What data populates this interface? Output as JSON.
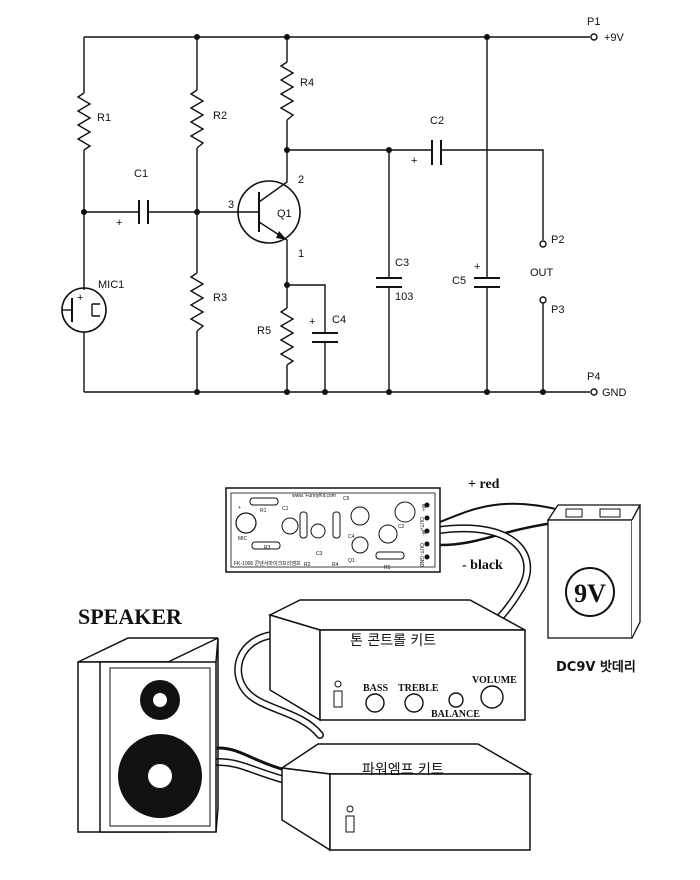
{
  "schematic": {
    "ports": {
      "p1": "P1",
      "p1_value": "+9V",
      "p2": "P2",
      "p3": "P3",
      "out": "OUT",
      "p4": "P4",
      "p4_value": "GND"
    },
    "components": {
      "r1": "R1",
      "r2": "R2",
      "r3": "R3",
      "r4": "R4",
      "r5": "R5",
      "c1": "C1",
      "c2": "C2",
      "c3": "C3",
      "c3_value": "103",
      "c4": "C4",
      "c5": "C5",
      "q1": "Q1",
      "mic1": "MIC1",
      "pin1": "1",
      "pin2": "2",
      "pin3": "3",
      "plus": "+"
    }
  },
  "assembly": {
    "pcb": {
      "url": "www. FunnyKit.com",
      "model": "FK-1006 콘덴서마이크프리앰프",
      "labels": [
        "R1",
        "C1",
        "C5",
        "C2",
        "C3",
        "R2",
        "R4",
        "C4",
        "Q1",
        "R3",
        "R5",
        "MIC",
        "M+",
        "OUT+",
        "M-",
        "OUT-",
        "GND",
        "+"
      ]
    },
    "wire_red": "+ red",
    "wire_black": "- black",
    "battery_label": "9V",
    "battery_caption": "DC9V 밧데리",
    "speaker_label": "SPEAKER",
    "tone_kit": {
      "title": "톤 콘트롤 키트",
      "bass": "BASS",
      "treble": "TREBLE",
      "volume": "VOLUME",
      "balance": "BALANCE"
    },
    "power_kit": {
      "title": "파워엠프 키트"
    }
  }
}
